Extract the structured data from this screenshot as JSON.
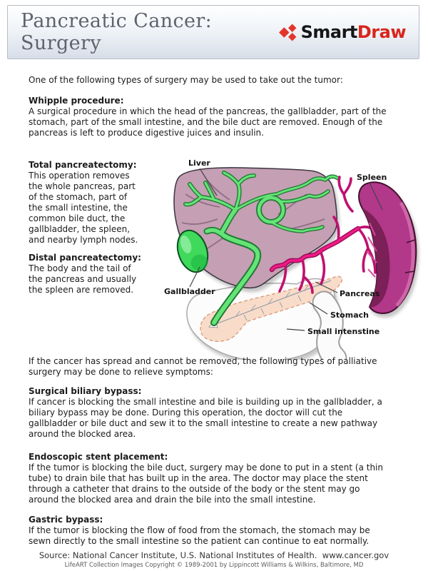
{
  "header": {
    "title": "Pancreatic Cancer: Surgery",
    "logo": {
      "smart": "Smart",
      "draw": "Draw"
    }
  },
  "intro": "One of the following types of surgery may be used to take out the tumor:",
  "sections": {
    "whipple": {
      "heading": "Whipple procedure:",
      "body": "A surgical procedure in which the head of the pancreas, the gallbladder, part of the\nstomach, part of the small intestine, and the bile duct are removed. Enough of the\npancreas is left to produce digestive juices and insulin."
    },
    "total": {
      "heading": "Total pancreatectomy:",
      "body": "This operation removes\nthe whole pancreas, part\nof the stomach, part of\nthe small intestine, the\ncommon bile duct, the\ngallbladder, the spleen,\nand nearby lymph nodes."
    },
    "distal": {
      "heading": "Distal pancreatectomy:",
      "body": "The body and the tail of\nthe pancreas and usually\nthe spleen are removed."
    },
    "palliative_intro": "If the cancer has spread and cannot be removed, the following types of palliative\nsurgery may be done to relieve symptoms:",
    "biliary": {
      "heading": "Surgical biliary bypass:",
      "body": "If cancer is blocking the small intestine and bile is building up in the gallbladder, a\nbiliary bypass may be done. During this operation, the doctor will cut the\ngallbladder or bile duct and sew it to the small intestine to create a new pathway\naround the blocked area."
    },
    "stent": {
      "heading": "Endoscopic stent placement:",
      "body": "If the tumor is blocking the bile duct, surgery may be done to put in a stent (a thin\ntube) to drain bile that has built up in the area. The doctor may place the stent\nthrough a catheter that drains to the outside of the body or the stent may go\naround the blocked area and drain the bile into the small intestine."
    },
    "gastric": {
      "heading": "Gastric bypass:",
      "body": "If the tumor is blocking the flow of food from the stomach, the stomach may be\nsewn directly to the small intestine so the patient can continue to eat normally."
    }
  },
  "diagram": {
    "labels": {
      "liver": "Liver",
      "spleen": "Spleen",
      "gallbladder": "Gallbladder",
      "pancreas": "Pancreas",
      "stomach": "Stomach",
      "small_intestine": "Small intenstine"
    },
    "colors": {
      "liver": "#c59fb3",
      "bile_duct": "#65e476",
      "gallbladder": "#3fd95b",
      "spleen": "#b2388a",
      "spleen_inner": "#7c2058",
      "splenic_artery": "#ef1b86",
      "pancreas": "#f8dcc9",
      "stomach": "#fcfcfc"
    }
  },
  "footer": {
    "source": "Source: National Cancer Institute, U.S. National Institutes of Health.  www.cancer.gov",
    "copyright": "LifeART Collection Images Copyright © 1989-2001 by Lippincott Williams & Wilkins, Baltimore, MD"
  },
  "brand": {
    "logo_red": "#d9251c",
    "title_color": "#5f636e"
  }
}
